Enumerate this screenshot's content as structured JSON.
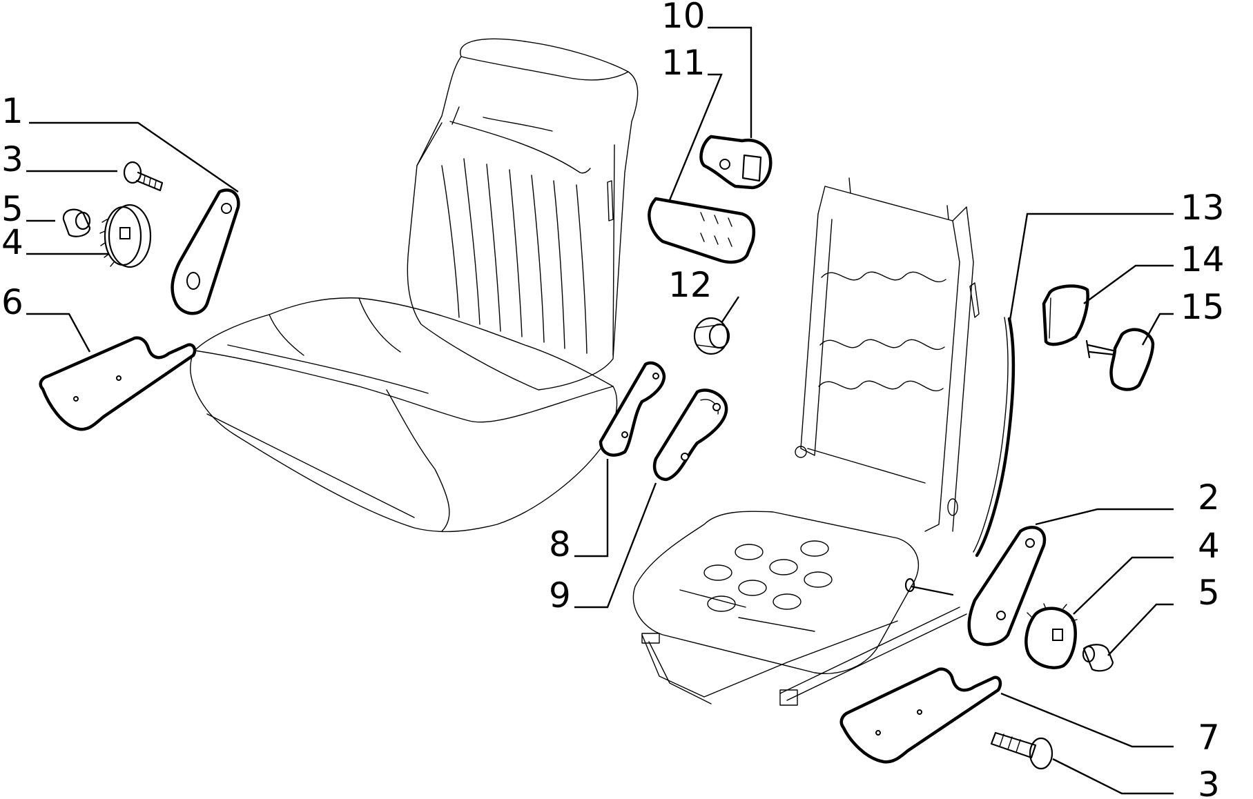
{
  "callouts": {
    "c1": "1",
    "c3a": "3",
    "c5a": "5",
    "c4a": "4",
    "c6": "6",
    "c10": "10",
    "c11": "11",
    "c12": "12",
    "c8": "8",
    "c9": "9",
    "c13": "13",
    "c14": "14",
    "c15": "15",
    "c2": "2",
    "c4b": "4",
    "c5b": "5",
    "c7": "7",
    "c3b": "3"
  },
  "colors": {
    "ink": "#000000",
    "paper": "#ffffff"
  }
}
